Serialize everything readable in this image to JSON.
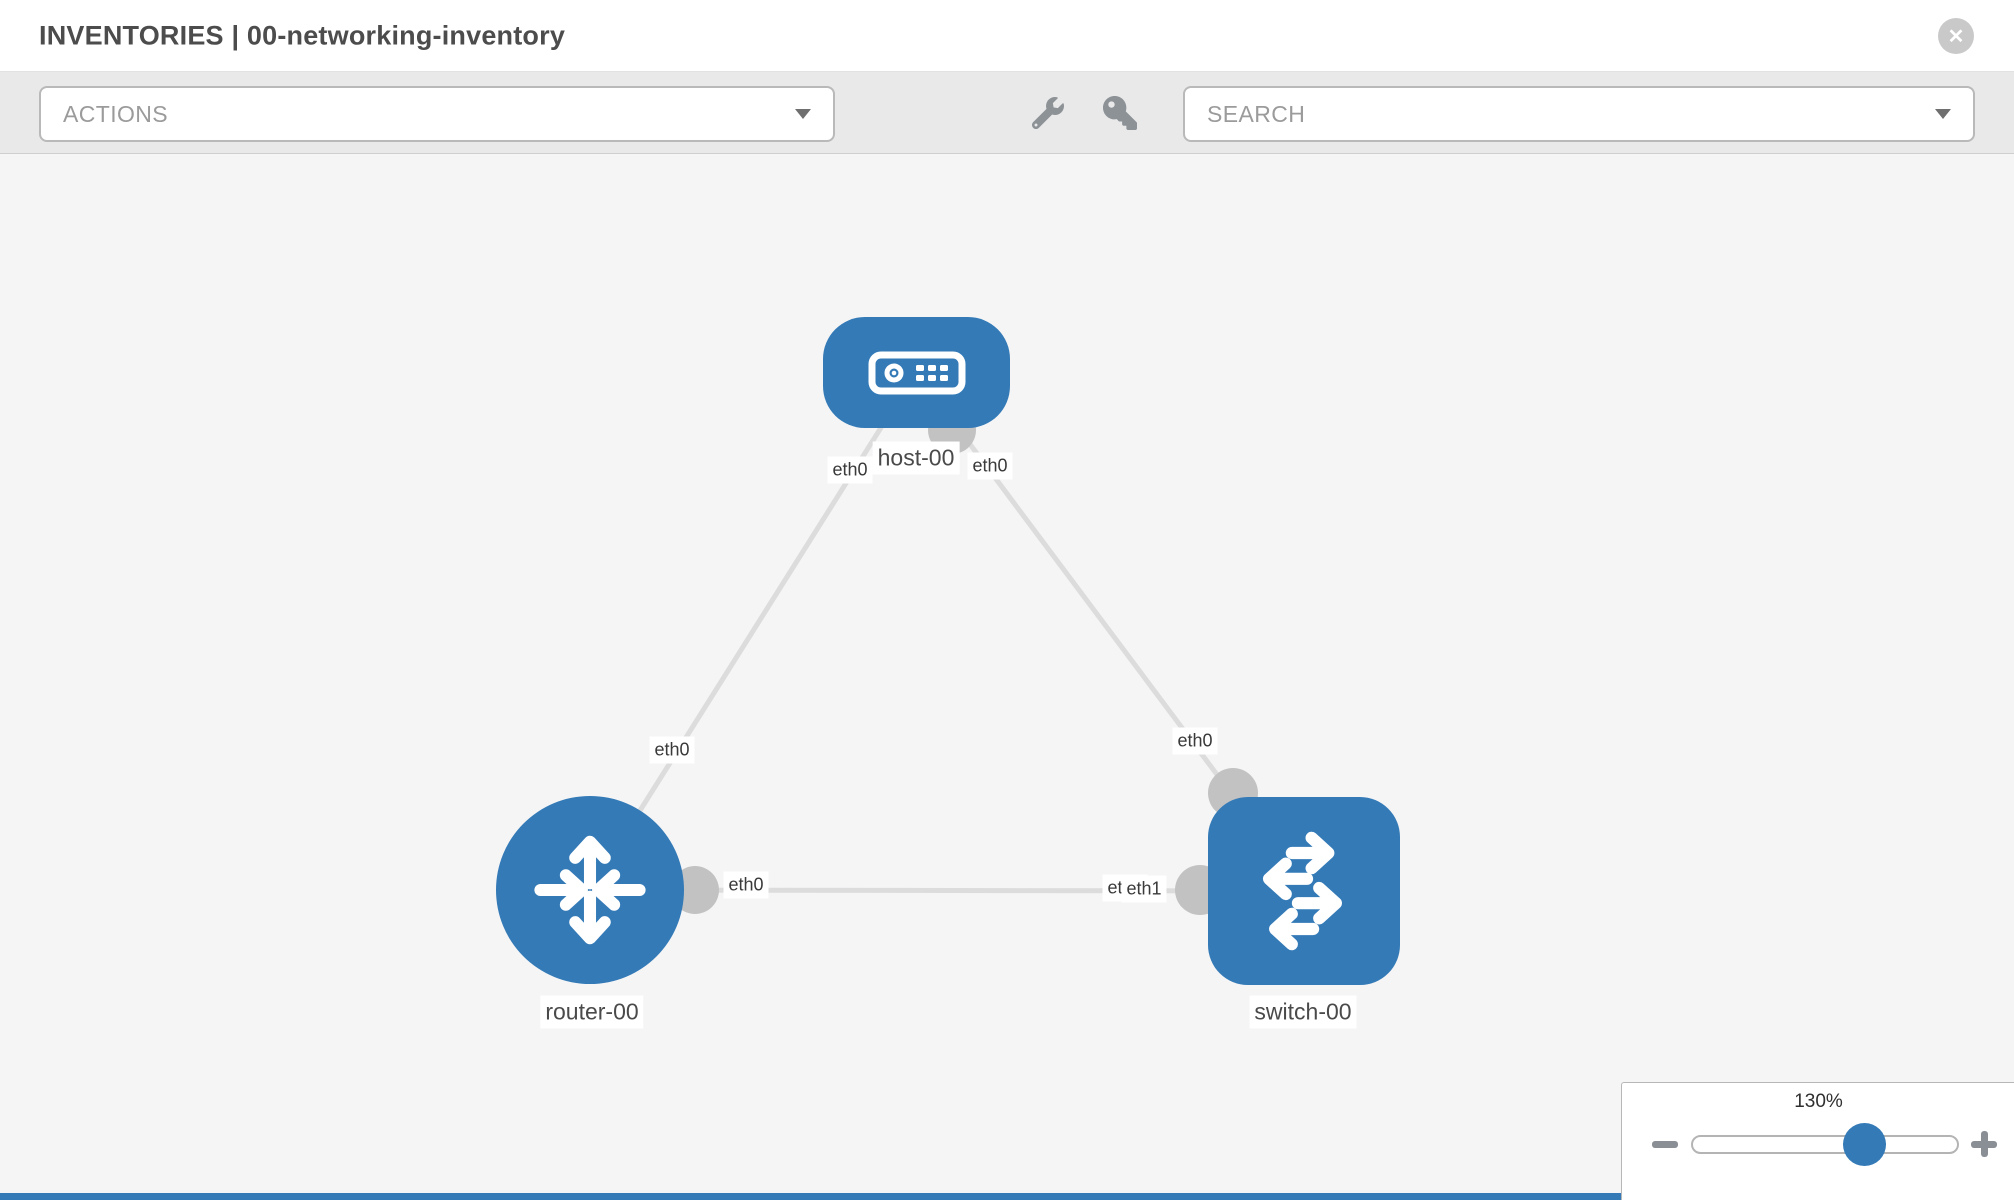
{
  "window": {
    "title": "INVENTORIES | 00-networking-inventory",
    "close_glyph": "✕"
  },
  "toolbar": {
    "actions_dropdown": {
      "placeholder": "ACTIONS"
    },
    "search_dropdown": {
      "placeholder": "SEARCH"
    },
    "icons": [
      "wrench-icon",
      "key-icon"
    ]
  },
  "topology": {
    "nodes": [
      {
        "label": "host-00",
        "type": "host"
      },
      {
        "label": "router-00",
        "type": "router"
      },
      {
        "label": "switch-00",
        "type": "switch"
      }
    ],
    "links": [
      {
        "source": "host-00",
        "source_interface": "eth0",
        "target": "router-00",
        "target_interface": "eth0"
      },
      {
        "source": "host-00",
        "source_interface": "eth0",
        "target": "switch-00",
        "target_interface": "eth0"
      },
      {
        "source": "router-00",
        "source_interface": "eth0",
        "target": "switch-00",
        "target_interface": "eth1"
      }
    ],
    "interface_labels": {
      "host_to_router": "eth0",
      "host_to_switch": "eth0",
      "router_to_host": "eth0",
      "switch_to_host": "eth0",
      "router_to_switch": "eth0",
      "switch_to_router_rear": "eth0",
      "switch_to_router": "eth1"
    }
  },
  "zoom_control": {
    "level": "130%"
  },
  "colors": {
    "node_blue": "#337ab7",
    "link_gray": "#dcdcdc",
    "connector_gray": "#c2c2c2",
    "canvas_bg": "#f5f5f6",
    "toolbar_bg": "#e9e9e9"
  }
}
